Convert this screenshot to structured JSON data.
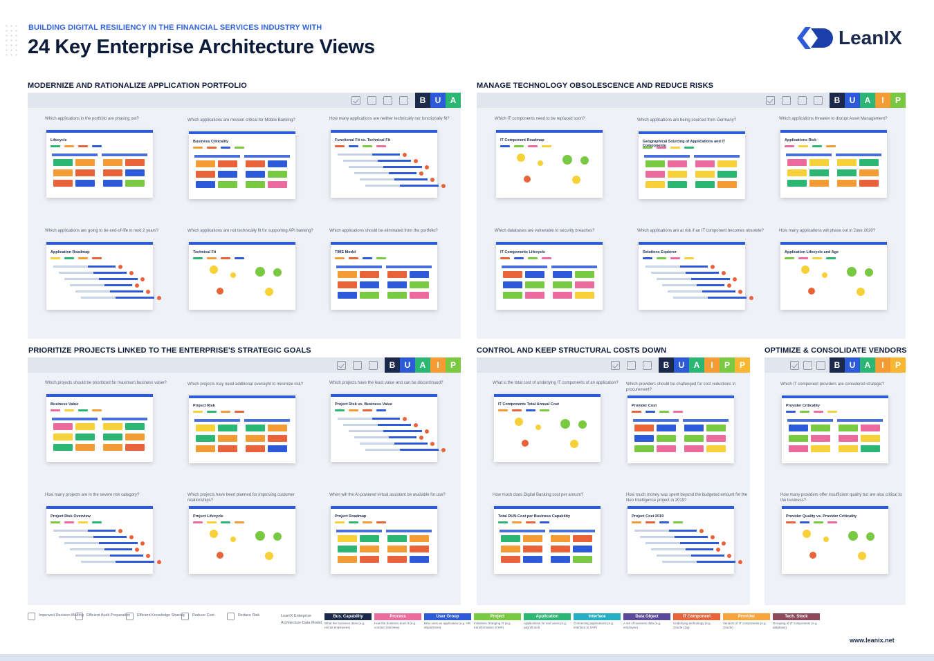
{
  "header": {
    "subtitle": "BUILDING DIGITAL RESILIENCY IN THE FINANCIAL SERVICES INDUSTRY WITH",
    "title": "24 Key Enterprise Architecture Views",
    "logo_text": "LeanIX",
    "brand_color": "#2d5ad9"
  },
  "sections": [
    {
      "title": "MODERNIZE AND RATIONALIZE APPLICATION PORTFOLIO",
      "letters": [
        "B",
        "U",
        "A"
      ]
    },
    {
      "title": "MANAGE TECHNOLOGY OBSOLESCENCE AND REDUCE RISKS",
      "letters": [
        "B",
        "U",
        "A",
        "I",
        "P"
      ]
    },
    {
      "title": "PRIORITIZE PROJECTS LINKED TO THE ENTERPRISE'S STRATEGIC GOALS",
      "letters": [
        "B",
        "U",
        "A",
        "I",
        "P"
      ]
    },
    {
      "title": "CONTROL AND KEEP STRUCTURAL COSTS DOWN",
      "letters": [
        "B",
        "U",
        "A",
        "I",
        "P",
        "P"
      ]
    },
    {
      "title": "OPTIMIZE & CONSOLIDATE VENDORS",
      "letters": [
        "B",
        "U",
        "A",
        "I",
        "P"
      ]
    }
  ],
  "letter_colors": {
    "B": "#1b2a4a",
    "U": "#2d5ad9",
    "A": "#2bb673",
    "I": "#f39c36",
    "P": "#7ac943"
  },
  "views": [
    {
      "q": "Which applications in the portfolio are phasing out?",
      "card": "Lifecycle"
    },
    {
      "q": "Which applications are mission critical for Mobile Banking?",
      "card": "Business Criticality"
    },
    {
      "q": "How many applications are neither technically nor functionally fit?",
      "card": "Functional Fit vs. Technical Fit"
    },
    {
      "q": "Which IT components need to be replaced soon?",
      "card": "IT Component Roadmap"
    },
    {
      "q": "Which applications are being sourced from Germany?",
      "card": "Geographical Sourcing of Applications and IT Components"
    },
    {
      "q": "Which applications threaten to disrupt Asset Management?",
      "card": "Applications Risk"
    },
    {
      "q": "Which applications are going to be end-of-life in next 2 years?",
      "card": "Application Roadmap"
    },
    {
      "q": "Which applications are not technically fit for supporting API banking?",
      "card": "Technical Fit"
    },
    {
      "q": "Which applications should be eliminated from the portfolio?",
      "card": "TIME Model"
    },
    {
      "q": "Which databases are vulnerable to security breaches?",
      "card": "IT Components Lifecycle"
    },
    {
      "q": "Which applications are at risk if an IT component becomes obsolete?",
      "card": "Relations Explorer"
    },
    {
      "q": "How many applications will phase out in June 2020?",
      "card": "Application Lifecycle and Age"
    },
    {
      "q": "Which projects should be prioritized for maximum business value?",
      "card": "Business Value"
    },
    {
      "q": "Which projects may need additional oversight to minimize risk?",
      "card": "Project Risk"
    },
    {
      "q": "Which projects have the least value and can be discontinued?",
      "card": "Project Risk vs. Business Value"
    },
    {
      "q": "What is the total cost of underlying IT components of an application?",
      "card": "IT Components Total Annual Cost"
    },
    {
      "q": "Which providers should be challenged for cost reductions in procurement?",
      "card": "Provider Cost"
    },
    {
      "q": "Which IT component providers are considered strategic?",
      "card": "Provider Criticality"
    },
    {
      "q": "How many projects are in the severe risk category?",
      "card": "Project Risk Overview"
    },
    {
      "q": "Which projects have been planned for improving customer relationships?",
      "card": "Project Lifecycle"
    },
    {
      "q": "When will the AI-powered virtual assistant be available for use?",
      "card": "Project Roadmap"
    },
    {
      "q": "How much does Digital Banking cost per annum?",
      "card": "Total RUN-Cost per Business Capability"
    },
    {
      "q": "How much money was spent beyond the budgeted amount for the Neo Intelligence project in 2019?",
      "card": "Project Cost 2019"
    },
    {
      "q": "How many providers offer insufficient quality but are also critical to the business?",
      "card": "Provider Quality vs. Provider Criticality"
    }
  ],
  "footer": {
    "benefits": [
      "Improved Decision Making",
      "Efficient Audit Preparation",
      "Efficient Knowledge Sharing",
      "Reduce Cost",
      "Reduce Risk"
    ],
    "model_label": "LeanIX Enterprise Architecture Data Model",
    "tags": [
      {
        "label": "Bus. Capability",
        "desc": "What the business does (e.g. recruit employees)",
        "color": "#1b2a4a"
      },
      {
        "label": "Process",
        "desc": "How the business does it (e.g. conduct interview)",
        "color": "#ec6b9d"
      },
      {
        "label": "User Group",
        "desc": "Who uses an application (e.g. HR department)",
        "color": "#2d5ad9"
      },
      {
        "label": "Project",
        "desc": "Initiatives changing IT (e.g. transformation of HR)",
        "color": "#7ac943"
      },
      {
        "label": "Application",
        "desc": "Applications for end users (e.g. payroll tool)",
        "color": "#2bb673"
      },
      {
        "label": "Interface",
        "desc": "Connecting applications (e.g. interface to SAP)",
        "color": "#23b0c7"
      },
      {
        "label": "Data Object",
        "desc": "A set of business data (e.g. employee)",
        "color": "#5b4a9b"
      },
      {
        "label": "IT Component",
        "desc": "Underlying technology (e.g. Oracle 10g)",
        "color": "#e8623a"
      },
      {
        "label": "Provider",
        "desc": "Vendors of IT components (e.g. Oracle)",
        "color": "#f7a53a"
      },
      {
        "label": "Tech. Stock",
        "desc": "Grouping of IT components (e.g. database)",
        "color": "#8e4a5a"
      }
    ],
    "url": "www.leanix.net"
  }
}
